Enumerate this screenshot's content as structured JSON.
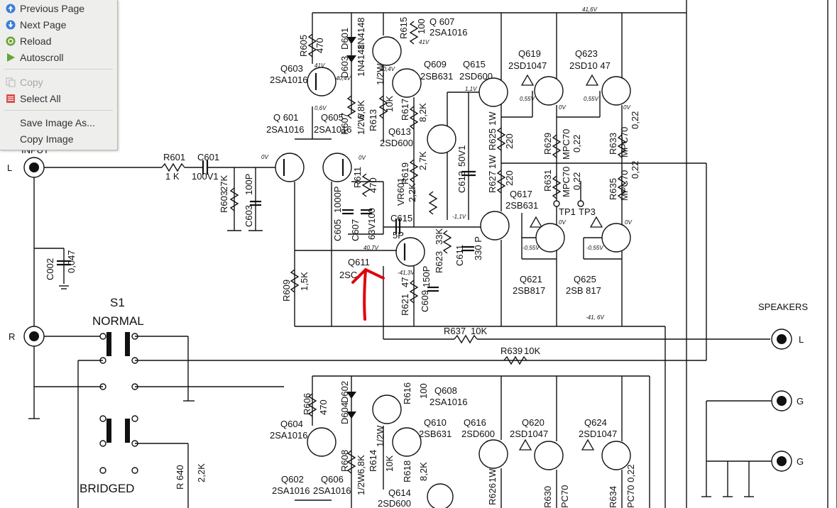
{
  "context_menu": {
    "items": [
      {
        "label": "Previous Page",
        "icon": "arrow-up-circle-icon",
        "enabled": true
      },
      {
        "label": "Next Page",
        "icon": "arrow-down-circle-icon",
        "enabled": true
      },
      {
        "label": "Reload",
        "icon": "reload-icon",
        "enabled": true
      },
      {
        "label": "Autoscroll",
        "icon": "play-icon",
        "enabled": true
      },
      {
        "label": "Copy",
        "icon": "copy-icon",
        "enabled": false
      },
      {
        "label": "Select All",
        "icon": "select-all-icon",
        "enabled": true
      },
      {
        "label": "Save Image As...",
        "icon": "",
        "enabled": true
      },
      {
        "label": "Copy Image",
        "icon": "",
        "enabled": true
      }
    ]
  },
  "schematic": {
    "input": {
      "label": "INPUT",
      "left": "L",
      "right": "R"
    },
    "switch": {
      "name": "S1",
      "normal": "NORMAL",
      "bridged": "BRIDGED"
    },
    "speakers": {
      "title": "SPEAKERS",
      "l": "L",
      "g1": "G",
      "g2": "G"
    },
    "parts": {
      "r601": "R601",
      "r601v": "1 K",
      "c601": "C601",
      "c601v": "100V1",
      "r603": "R603",
      "r603v": "27K",
      "c603": "C603",
      "c603v": "100P",
      "c002": "C002",
      "c002v": "0,047",
      "q601": "Q 601",
      "q601t": "2SA1016",
      "q605": "Q605",
      "q605t": "2SA1016",
      "q603": "Q603",
      "q603t": "2SA1016",
      "r605": "R605",
      "r605v": "470",
      "d601": "D601",
      "d603": "D603",
      "dtype": "1N4148",
      "dtype2": "1N4148",
      "r607": "R607",
      "r607v": "6,8K",
      "r607w": "1/2W",
      "r613": "R613",
      "r613v": "10K",
      "r613w": "1/2W",
      "q607": "Q 607",
      "q607t": "2SA1016",
      "r615": "R615",
      "r615v": "100",
      "q609": "Q609",
      "q609t": "2SB631",
      "q615": "Q615",
      "q615t": "2SD600",
      "q613": "Q613",
      "q613t": "2SD600",
      "r617": "R617",
      "r617v": "8,2K",
      "r619": "R619",
      "r619v": "2,7K",
      "vr601": "VR601",
      "vr601v": "2,2K",
      "c613": "C613",
      "c613v": "50V1",
      "r611": "R611",
      "r611v": "470",
      "c605": "C605",
      "c605v": "1000P",
      "c607": "C607",
      "c607v": "63V100",
      "c615": "C615",
      "c615v": "5P",
      "q611": "Q611",
      "q611t": "2SC",
      "r609": "R609",
      "r609v": "1,5K",
      "r621": "R621",
      "r621v": "47",
      "c609": "C609",
      "c609v": "150P",
      "r623": "R623",
      "r623v": "33K",
      "c611": "C611",
      "c611v": "330 P",
      "q617": "Q617",
      "q617t": "2SB631",
      "q619": "Q619",
      "q619t": "2SD1047",
      "q623": "Q623",
      "q623t": "2SD10 47",
      "r625": "R625",
      "r625v": "220",
      "r625w": "1W",
      "r627": "R627",
      "r627v": "220",
      "r627w": "1W",
      "r629": "R629",
      "r629v": "MPC70",
      "r629v2": "0,22",
      "r631": "R631",
      "r631v": "MPC70",
      "r631v2": "0,22",
      "r633": "R633",
      "r633v": "MPC70",
      "r633v2": "0,22",
      "r635": "R635",
      "r635v": "MPC70",
      "r635v2": "0,22",
      "tp1": "TP1",
      "tp3": "TP3",
      "q621": "Q621",
      "q621t": "2SB817",
      "q625": "Q625",
      "q625t": "2SB 817",
      "r637": "R637",
      "r637v": "10K",
      "r639": "R639",
      "r639v": "10K",
      "r640": "R 640",
      "r640v": "2,2K",
      "q604": "Q604",
      "q604t": "2SA1016",
      "q602": "Q602",
      "q602t": "2SA1016",
      "q606": "Q606",
      "q606t": "2SA1016",
      "r606": "R606",
      "r606v": "470",
      "d602": "D602",
      "d604": "D604",
      "r608": "R608",
      "r608v": "6,8K",
      "r608w": "1/2W",
      "r614": "R614",
      "r614v": "10K",
      "r614w": "1/2W",
      "q608": "Q608",
      "q608t": "2SA1016",
      "r616": "R616",
      "r616v": "100",
      "q610": "Q610",
      "q610t": "2SB631",
      "q616": "Q616",
      "q616t": "2SD600",
      "q614": "Q614",
      "q614t": "2SD600",
      "r618": "R618",
      "r618v": "8,2K",
      "q620": "Q620",
      "q620t": "2SD1047",
      "q624": "Q624",
      "q624t": "2SD1047",
      "r626": "R626",
      "r626v": "1W",
      "r630": "R630",
      "r630v": "PC70",
      "r634": "R634",
      "r634v": "PC70 0,22"
    },
    "voltages": {
      "v_top": "41,6V",
      "v_bottom": "-41, 6V",
      "v1": "41V",
      "v2": "40,4V",
      "v3": "41V",
      "v4": "40,4V",
      "v5": "0,6V",
      "v6": "0V",
      "v7": "0V",
      "v8": "1,1V",
      "v9": "0,55V",
      "v10": "0V",
      "v11": "0,55V",
      "v12": "0V",
      "v13": "-1,1V",
      "v14": "0V",
      "v15": "-0,55V",
      "v16": "0V",
      "v17": "-0,55V",
      "v18": "40,7V",
      "v19": "-41,3V"
    }
  },
  "colors": {
    "annotation": "#e0000c",
    "menu_bg": "#eeeeec",
    "ink": "#111111"
  }
}
